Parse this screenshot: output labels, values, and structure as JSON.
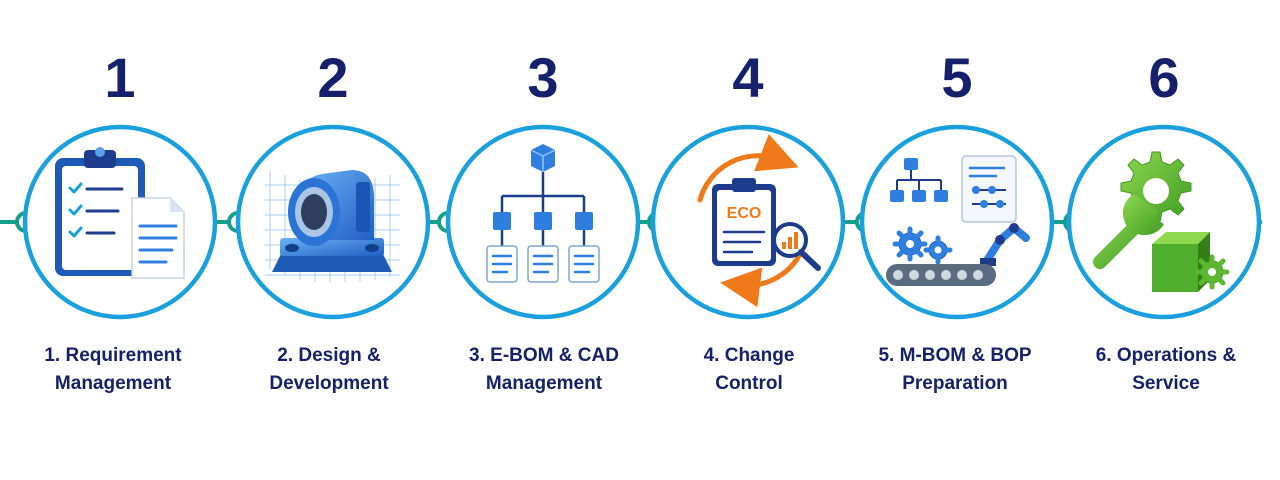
{
  "colors": {
    "ring": "#1aa0dc",
    "connector": "#16a08c",
    "number": "#17216b",
    "label": "#17216b",
    "part_blue": "#2f7fe0",
    "eco_orange": "#f07a1a",
    "gear_green": "#5cb82e"
  },
  "steps": [
    {
      "number": "1",
      "label_lines": [
        "1. Requirement",
        "Management"
      ],
      "icon": "clipboard-checklist-icon"
    },
    {
      "number": "2",
      "label_lines": [
        "2. Design &",
        "Development"
      ],
      "icon": "cad-part-icon"
    },
    {
      "number": "3",
      "label_lines": [
        "3. E-BOM & CAD",
        "Management"
      ],
      "icon": "bom-tree-icon"
    },
    {
      "number": "4",
      "label_lines": [
        "4. Change",
        "Control"
      ],
      "icon": "eco-change-icon",
      "icon_text": "ECO"
    },
    {
      "number": "5",
      "label_lines": [
        "5. M-BOM & BOP",
        "Preparation"
      ],
      "icon": "manufacturing-line-icon"
    },
    {
      "number": "6",
      "label_lines": [
        "6. Operations &",
        "Service"
      ],
      "icon": "service-tools-icon"
    }
  ]
}
